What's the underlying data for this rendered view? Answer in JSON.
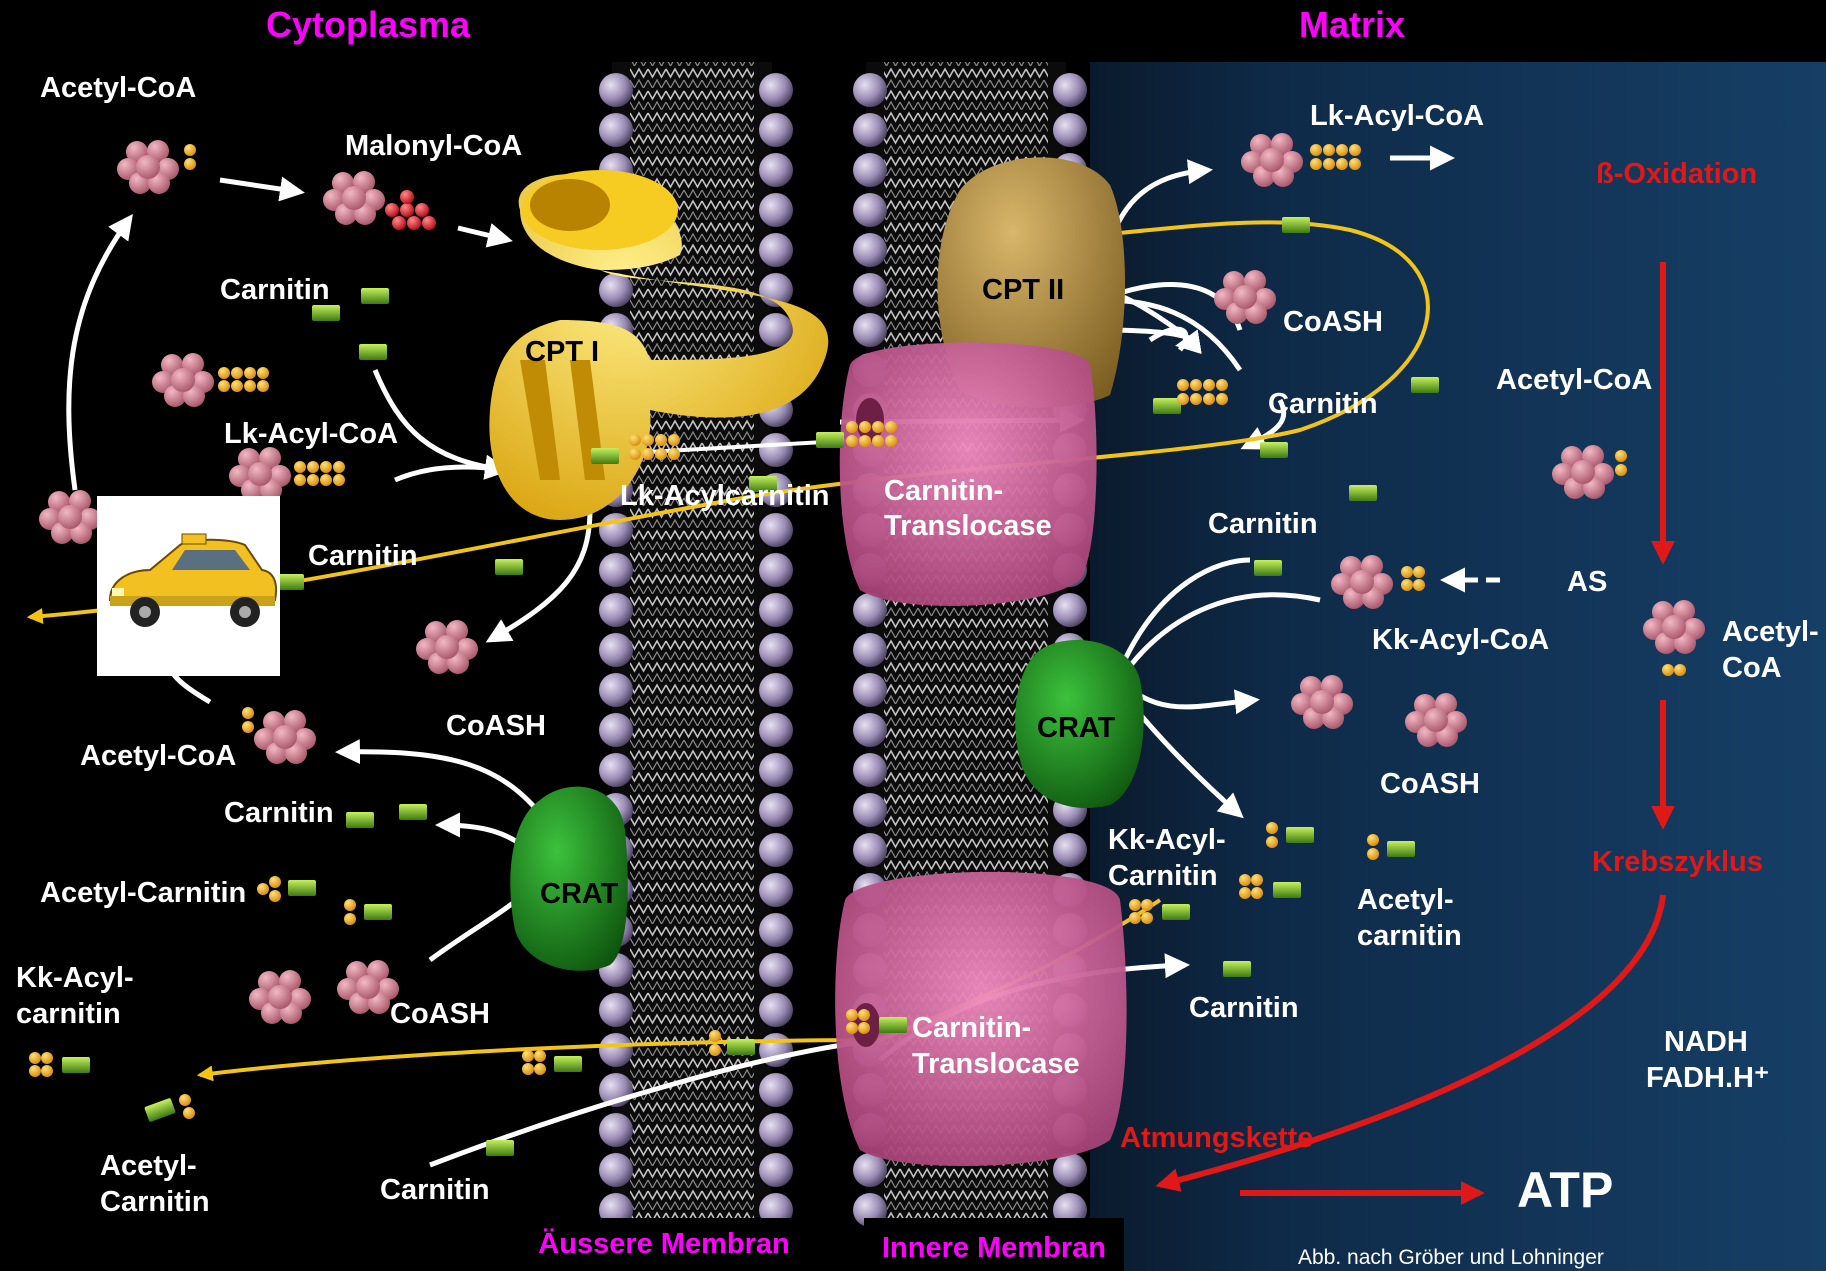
{
  "headings": {
    "cytoplasma": "Cytoplasma",
    "matrix": "Matrix"
  },
  "membranes": {
    "outer": "Äussere Membran",
    "inner": "Innere Membran"
  },
  "enzymes": {
    "cpt1": "CPT I",
    "cpt2": "CPT II",
    "crat_cyto": "CRAT",
    "crat_matrix": "CRAT",
    "translocase_top": [
      "Carnitin-",
      "Translocase"
    ],
    "translocase_bottom": [
      "Carnitin-",
      "Translocase"
    ]
  },
  "cyto_labels": {
    "acetyl_coa_top": "Acetyl-CoA",
    "malonyl_coa": "Malonyl-CoA",
    "carnitin_upper": "Carnitin",
    "lk_acyl_coa": "Lk-Acyl-CoA",
    "lk_acylcarnitin": "Lk-Acylcarnitin",
    "carnitin_taxi": "Carnitin",
    "coash_mid": "CoASH",
    "acetyl_coa_mid": "Acetyl-CoA",
    "carnitin_lower": "Carnitin",
    "acetyl_carnitin": "Acetyl-Carnitin",
    "kk_acyl_carnitin": [
      "Kk-Acyl-",
      "carnitin"
    ],
    "coash_lower": "CoASH",
    "acetyl_carnitin_bottom": [
      "Acetyl-",
      "Carnitin"
    ],
    "carnitin_bottom": "Carnitin"
  },
  "matrix_labels": {
    "lk_acyl_coa": "Lk-Acyl-CoA",
    "coash_top": "CoASH",
    "carnitin_top": "Carnitin",
    "carnitin_mid": "Carnitin",
    "kk_acyl_coa": "Kk-Acyl-CoA",
    "as": "AS",
    "coash_mid": "CoASH",
    "kk_acyl_carnitin": [
      "Kk-Acyl-",
      "Carnitin"
    ],
    "acetyl_carnitin": [
      "Acetyl-",
      "carnitin"
    ],
    "carnitin_bottom": "Carnitin",
    "acetyl_coa_right": "Acetyl-CoA",
    "acetyl_coa_split": [
      "Acetyl-",
      "CoA"
    ]
  },
  "pathway": {
    "beta_oxidation": "ß-Oxidation",
    "krebszyklus": "Krebszyklus",
    "nadh": "NADH",
    "fadh": "FADH.H⁺",
    "atmungskette": "Atmungskette",
    "atp": "ATP"
  },
  "credit": "Abb. nach Gröber und Lohninger",
  "colors": {
    "heading": "#ff00ff",
    "pathway_red": "#e01818",
    "carnitin_green": "#7bc41c",
    "coa_pink": "#d9808f",
    "acyl_orange": "#f5a800",
    "cpt1_yellow": "#f2c418",
    "cpt2_tan": "#b08a3e",
    "translocase_pink": "#cf5d98",
    "crat_green": "#1e8a1e",
    "matrix_blue": "#123a5e"
  }
}
